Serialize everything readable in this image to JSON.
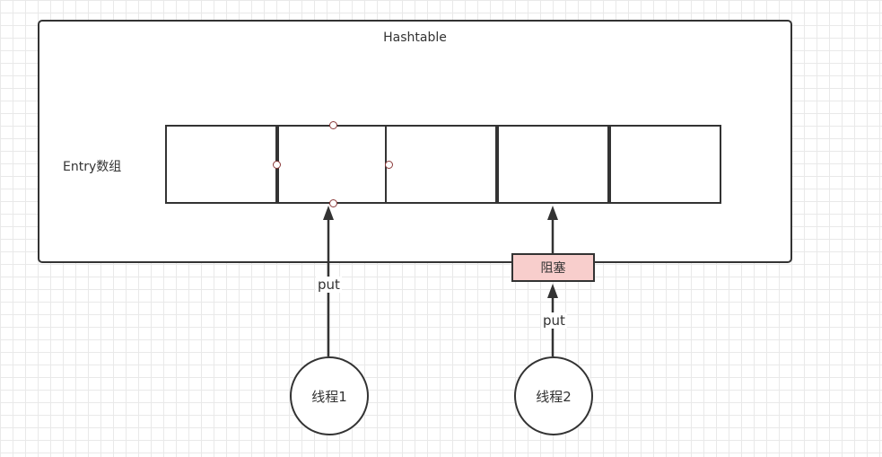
{
  "container": {
    "title": "Hashtable"
  },
  "array": {
    "label": "Entry数组",
    "cell_count": 5
  },
  "edges": {
    "put_1": "put",
    "put_2": "put"
  },
  "blocked_box": {
    "label": "阻塞",
    "fill_color": "#f8cecc"
  },
  "threads": [
    {
      "label": "线程1"
    },
    {
      "label": "线程2"
    }
  ],
  "colors": {
    "stroke": "#333333",
    "handle": "#8b3a3a",
    "grid": "#e9e9e9"
  }
}
